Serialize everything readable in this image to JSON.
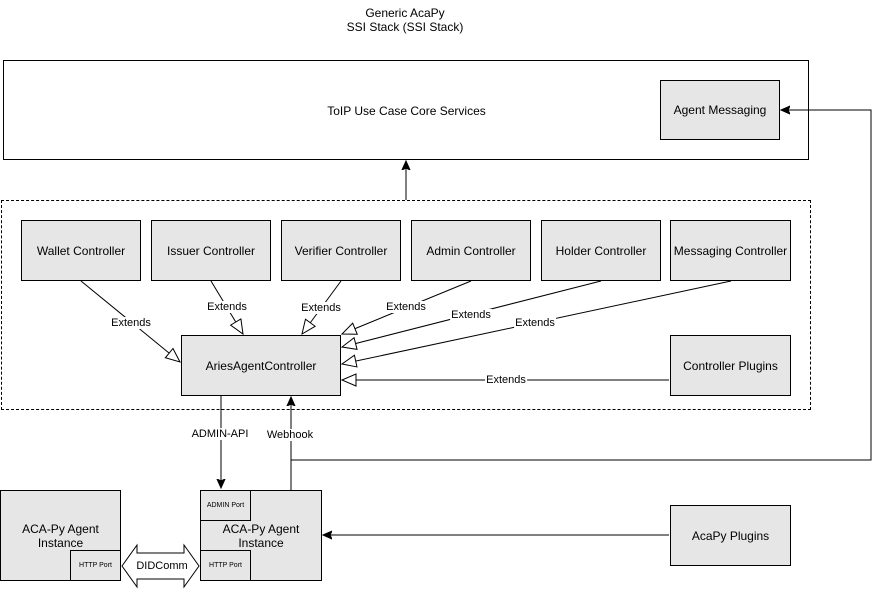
{
  "title": {
    "line1": "Generic AcaPy",
    "line2": "SSI Stack (SSI Stack)"
  },
  "core_services": {
    "label": "ToIP Use Case Core Services",
    "agent_messaging": "Agent Messaging"
  },
  "controllers": {
    "wallet": "Wallet Controller",
    "issuer": "Issuer Controller",
    "verifier": "Verifier Controller",
    "admin": "Admin Controller",
    "holder": "Holder Controller",
    "messaging": "Messaging Controller",
    "aries_agent": "AriesAgentController",
    "plugins": "Controller Plugins"
  },
  "edge_labels": {
    "extends_wallet": "Extends",
    "extends_issuer": "Extends",
    "extends_verifier": "Extends",
    "extends_admin": "Extends",
    "extends_holder": "Extends",
    "extends_messaging": "Extends",
    "extends_plugins": "Extends",
    "admin_api": "ADMIN-API",
    "webhook": "Webhook",
    "didcomm": "DIDComm"
  },
  "agents": {
    "left_instance_line1": "ACA-Py Agent",
    "left_instance_line2": "Instance",
    "right_instance_line1": "ACA-Py Agent",
    "right_instance_line2": "Instance",
    "admin_port": "ADMIN Port",
    "http_port_left": "HTTP Port",
    "http_port_right": "HTTP Port",
    "acapy_plugins": "AcaPy Plugins"
  }
}
